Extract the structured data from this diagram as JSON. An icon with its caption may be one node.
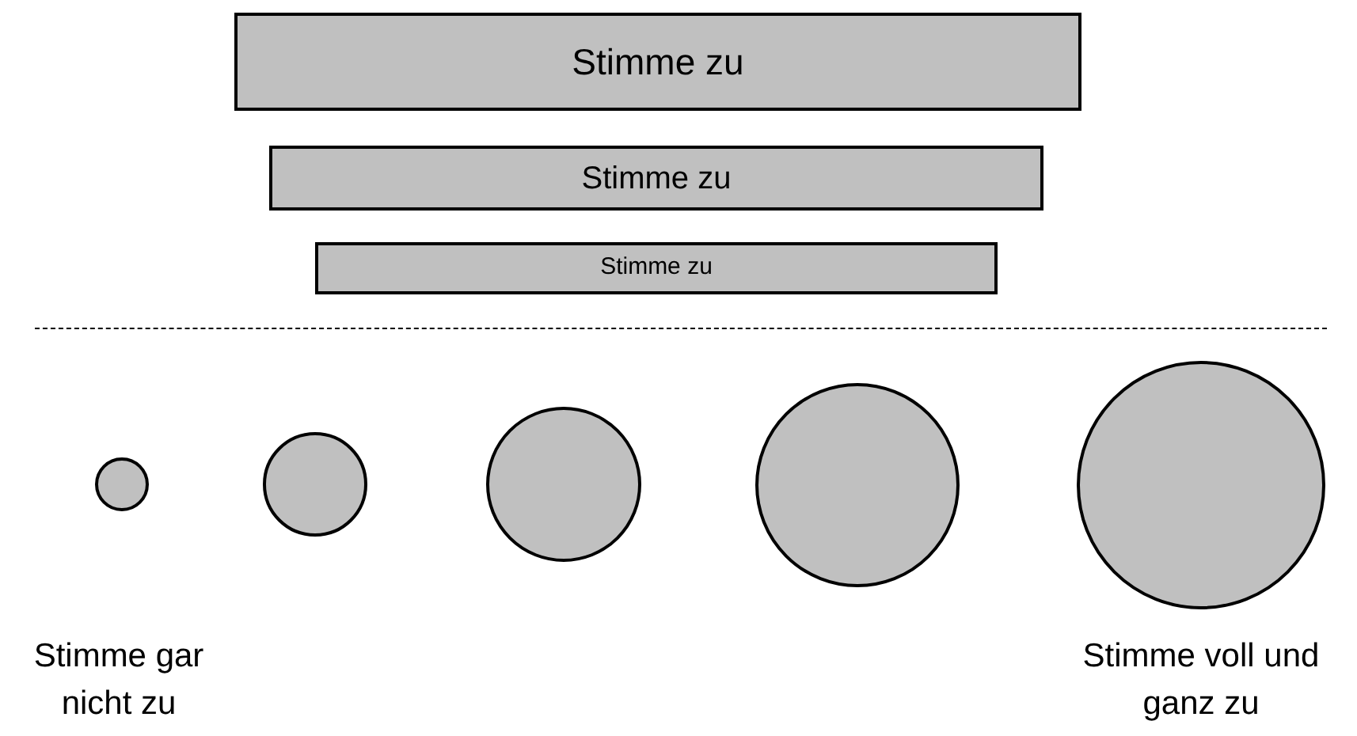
{
  "diagram": {
    "nodes": [
      {
        "text": [
          "Stimme zu"
        ]
      },
      {
        "text": [
          "Stimme zu"
        ]
      },
      {
        "text": [
          "Stimme zu"
        ]
      },
      {
        "text": [],
        "shape": "circle",
        "beside": [
          "Stimme gar nicht zu"
        ]
      },
      {
        "text": [],
        "shape": "circle"
      },
      {
        "text": [],
        "shape": "circle"
      },
      {
        "text": [],
        "shape": "circle"
      },
      {
        "text": [],
        "shape": "circle",
        "beside": [
          "Stimme voll und ganz zu"
        ]
      }
    ]
  }
}
